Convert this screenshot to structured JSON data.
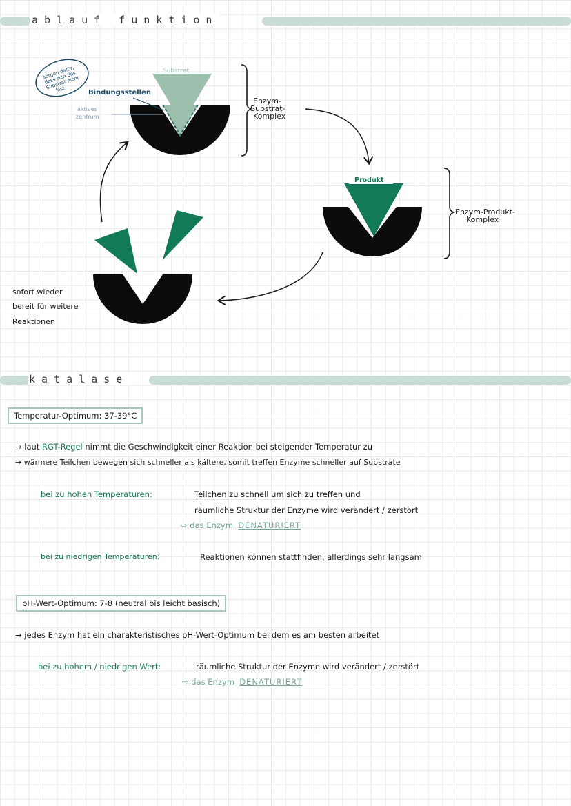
{
  "section1": {
    "title": "ablauf funktion"
  },
  "diagram": {
    "note_bubble": [
      "sorgen dafür,",
      "dass sich das",
      "Substrat nicht",
      "löst"
    ],
    "substrat": "Substrat",
    "bindungsstellen": "Bindungsstellen",
    "aktives_zentrum": [
      "aktives",
      "zentrum"
    ],
    "enzym_substrat_komplex": [
      "Enzym-",
      "Substrat-",
      "Komplex"
    ],
    "produkt": "Produkt",
    "enzym_produkt_komplex": [
      "Enzym-Produkt-",
      "Komplex"
    ],
    "sofort_wieder": [
      "sofort wieder",
      "bereit für weitere",
      "Reaktionen"
    ],
    "colors": {
      "enzyme": "#0c0c0c",
      "substrate": "#9dbfae",
      "product": "#127a58",
      "dashed": "#2f6e62"
    }
  },
  "section2": {
    "title": "katalase"
  },
  "temperatur": {
    "box": "Temperatur-Optimum: 37-39°C",
    "bullet1_prefix": "→ laut ",
    "bullet1_highlight": "RGT-Regel",
    "bullet1_rest": " nimmt die Geschwindigkeit einer Reaktion bei steigender Temperatur zu",
    "bullet2": "→ wärmere Teilchen bewegen sich schneller als kältere, somit treffen Enzyme schneller auf Substrate",
    "hoch_label": "bei zu hohen Temperaturen:",
    "hoch_text1": "Teilchen zu schnell um sich zu treffen und",
    "hoch_text2": "räumliche Struktur der Enzyme wird verändert / zerstört",
    "arrow_text": "das Enzym",
    "denaturiert": "DENATURIERT",
    "niedrig_label": "bei zu niedrigen Temperaturen:",
    "niedrig_text": "Reaktionen können stattfinden, allerdings sehr langsam"
  },
  "ph": {
    "box": "pH-Wert-Optimum: 7-8 (neutral bis leicht basisch)",
    "bullet": "→ jedes Enzym hat ein charakteristisches pH-Wert-Optimum bei dem es am besten arbeitet",
    "label": "bei zu hohem / niedrigen Wert:",
    "text": "räumliche Struktur der Enzyme wird verändert / zerstört",
    "arrow_text": "das Enzym",
    "denaturiert": "DENATURIERT"
  }
}
